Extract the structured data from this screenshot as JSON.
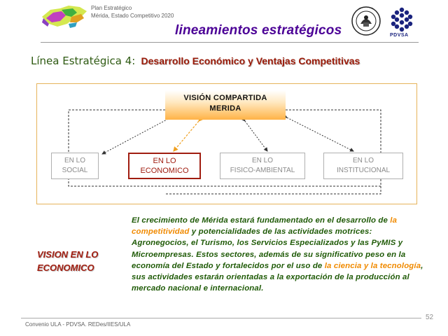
{
  "header": {
    "plan_line1": "Plan Estratégico",
    "plan_line2": "Mérida, Estado Competitivo 2020",
    "section_title": "lineamientos estratégicos",
    "pdvsa_label": "PDVSA"
  },
  "title": {
    "prefix": "Línea Estratégica  4:",
    "main": "Desarrollo Económico y Ventajas Competitivas"
  },
  "diagram": {
    "vision_line1": "VISIÓN COMPARTIDA",
    "vision_line2": "MERIDA",
    "nodes": [
      {
        "line1": "EN LO",
        "line2": "SOCIAL",
        "highlighted": false
      },
      {
        "line1": "EN LO",
        "line2": "ECONOMICO",
        "highlighted": true
      },
      {
        "line1": "EN LO",
        "line2": "FISICO-AMBIENTAL",
        "highlighted": false
      },
      {
        "line1": "EN LO",
        "line2": "INSTITUCIONAL",
        "highlighted": false
      }
    ]
  },
  "vision": {
    "heading_line1": "VISION EN LO",
    "heading_line2": "ECONOMICO",
    "body": {
      "p1": "El crecimiento de Mérida estará fundamentado en el desarrollo de ",
      "hl1": "la competitividad",
      "p2": " y potencialidades de las actividades motrices: Agronegocios, el Turismo, los Servicios Especializados y las PyMIS y Microempresas.  Estos sectores, además de su significativo peso en la economía del Estado y fortalecidos por el uso de ",
      "hl2": "la ciencia y la tecnología",
      "p3": ", sus actividades estarán orientadas a la exportación de la producción al mercado nacional e internacional."
    }
  },
  "footer": {
    "text": "Convenio ULA - PDVSA.  REDes/IIES/ULA",
    "page_number": "52"
  },
  "colors": {
    "title_green": "#2e5a12",
    "title_red": "#9a1a08",
    "header_purple": "#4b0096",
    "body_green": "#1f5a07",
    "highlight_orange": "#f08a00",
    "frame_border": "#e6b35a"
  }
}
